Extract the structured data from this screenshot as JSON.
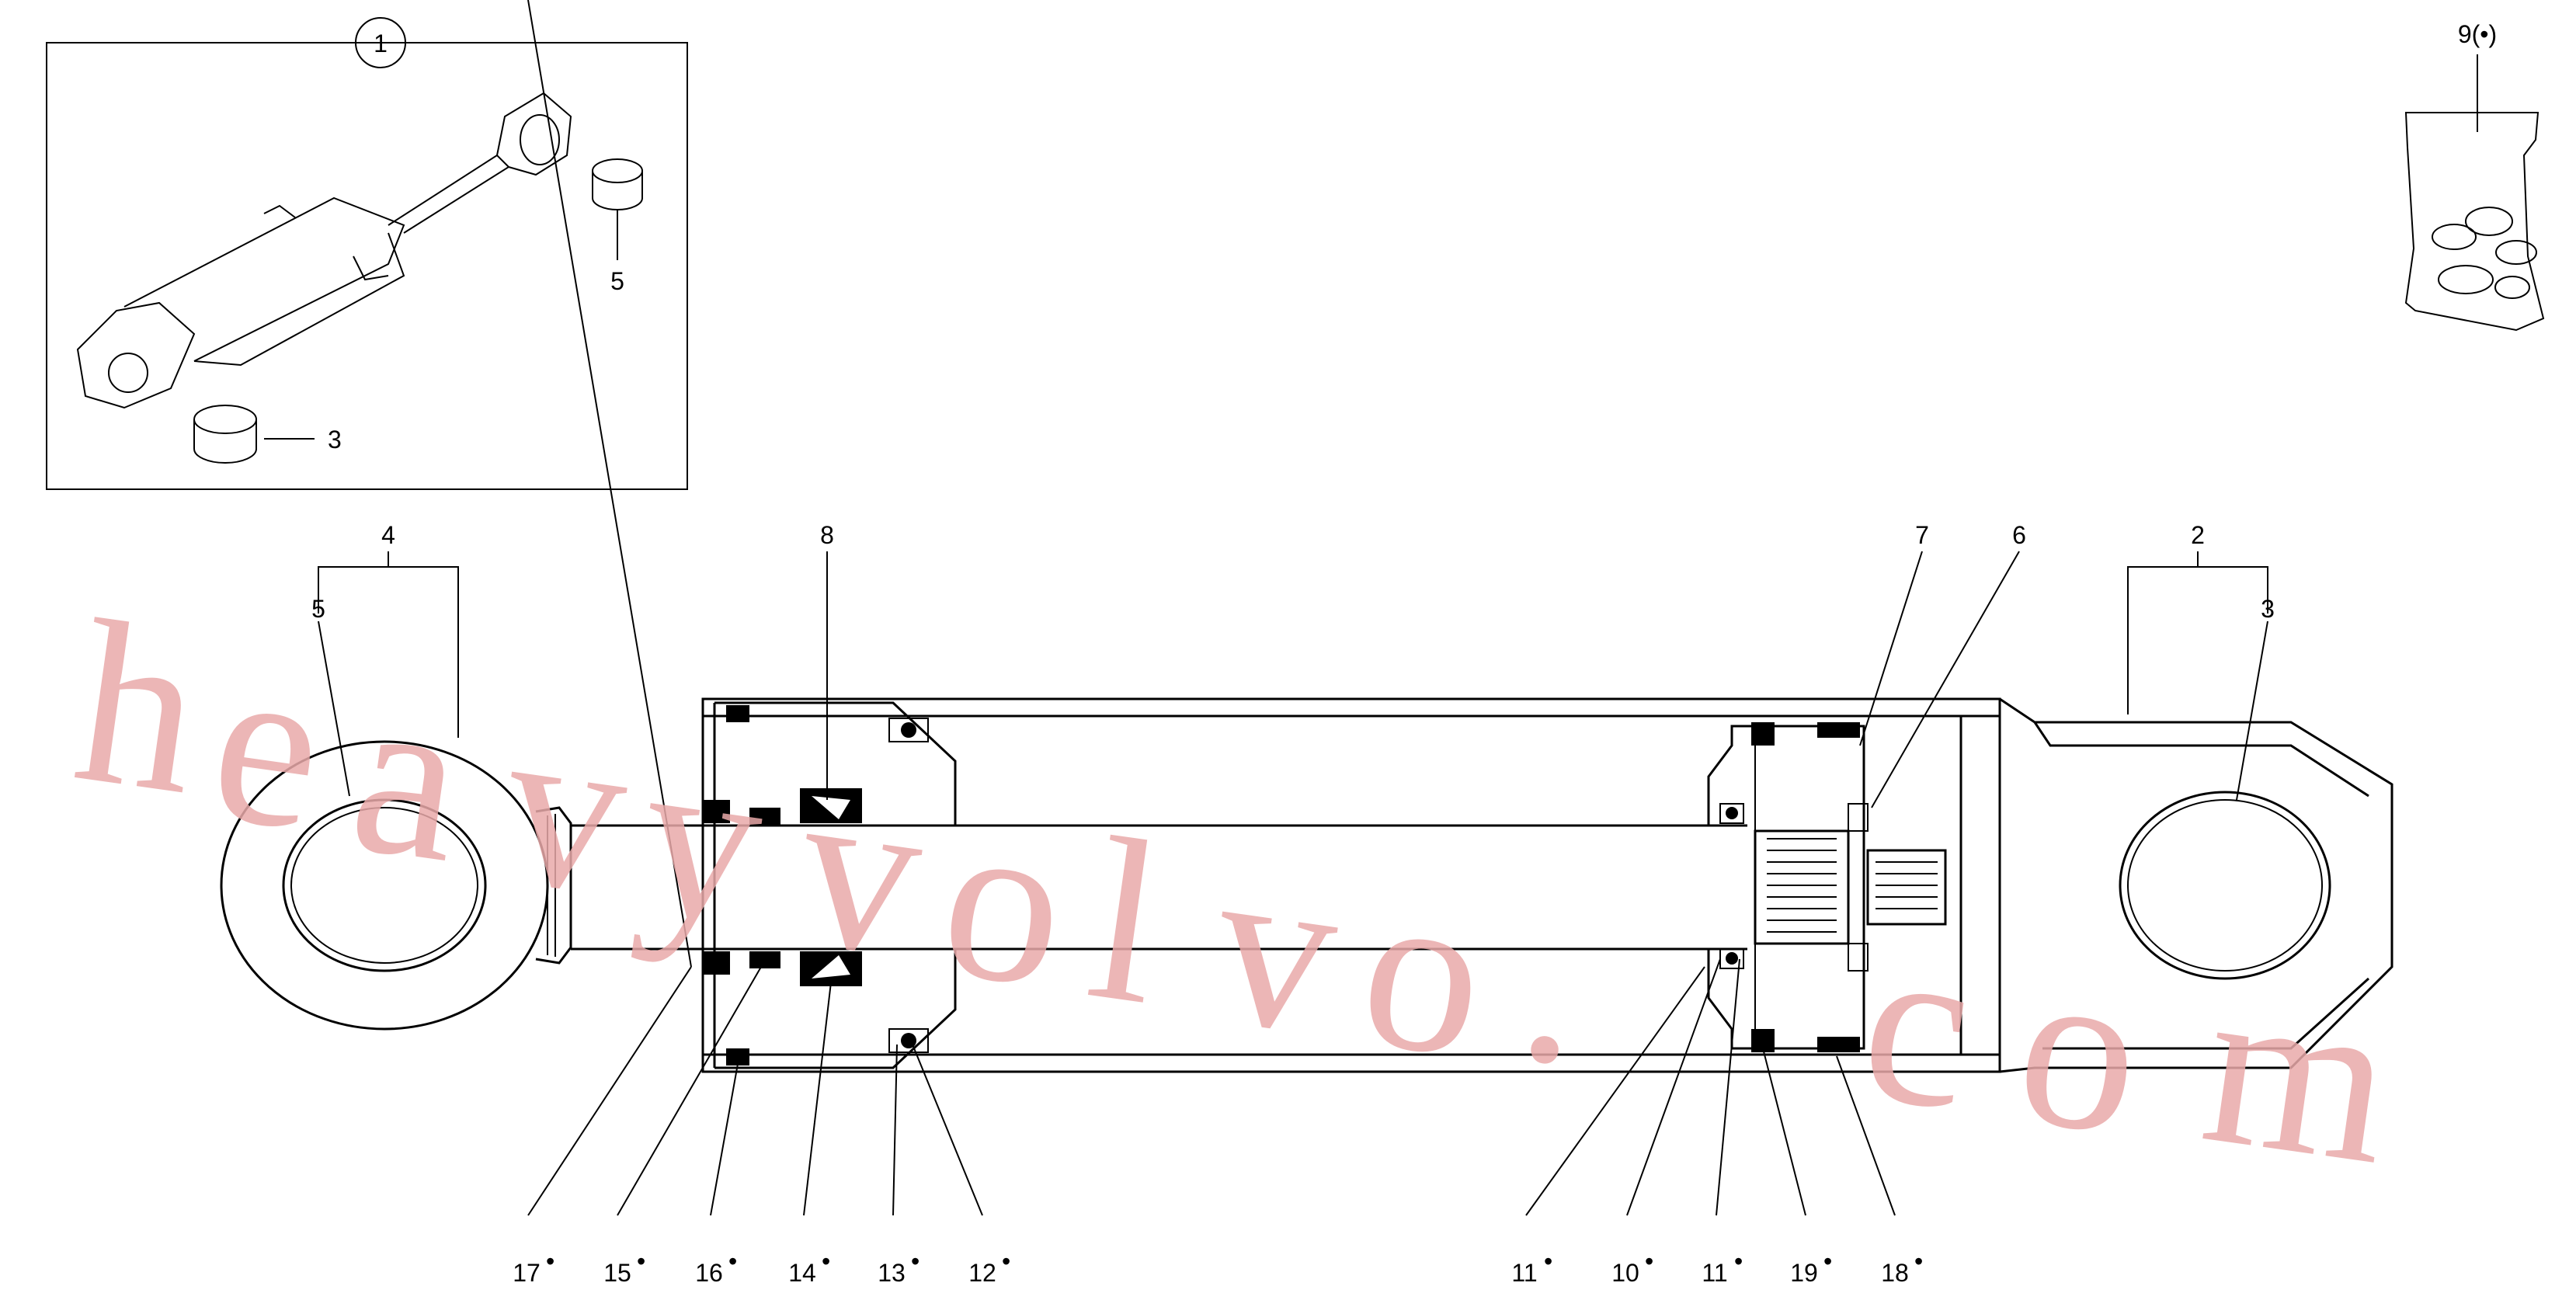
{
  "watermark": [
    "h",
    "e",
    "a",
    "v",
    "y",
    "v",
    "o",
    "l",
    "v",
    "o",
    ".",
    "c",
    "o",
    "m"
  ],
  "inset": {
    "circle_number": "1",
    "labels": [
      "5",
      "3"
    ]
  },
  "kit": {
    "label": "9(•)"
  },
  "callouts_top": [
    "4",
    "5",
    "8",
    "7",
    "6",
    "2",
    "3"
  ],
  "callouts_bottom": [
    "17",
    "15",
    "16",
    "14",
    "13",
    "12",
    "11",
    "10",
    "11",
    "19",
    "18"
  ],
  "kit_marker": "•"
}
